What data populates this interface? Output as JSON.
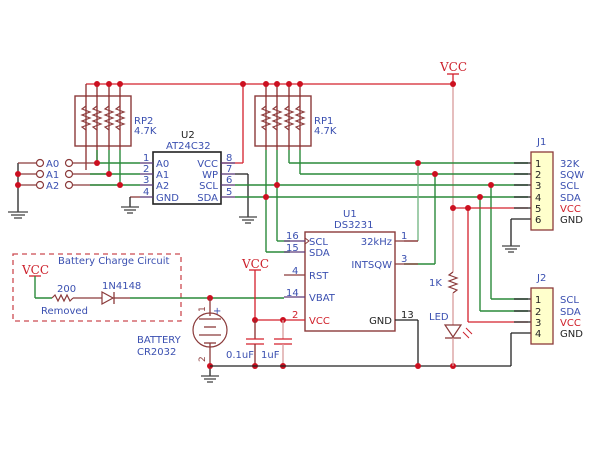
{
  "power_label": "VCC",
  "rp2": {
    "ref": "RP2",
    "value": "4.7K"
  },
  "rp1": {
    "ref": "RP1",
    "value": "4.7K"
  },
  "u2": {
    "ref": "U2",
    "part": "AT24C32",
    "left_pins": [
      {
        "num": "1",
        "name": "A0"
      },
      {
        "num": "2",
        "name": "A1"
      },
      {
        "num": "3",
        "name": "A2"
      },
      {
        "num": "4",
        "name": "GND"
      }
    ],
    "right_pins": [
      {
        "num": "8",
        "name": "VCC"
      },
      {
        "num": "7",
        "name": "WP"
      },
      {
        "num": "6",
        "name": "SCL"
      },
      {
        "num": "5",
        "name": "SDA"
      }
    ]
  },
  "address_jumpers": [
    "A0",
    "A1",
    "A2"
  ],
  "u1": {
    "ref": "U1",
    "part": "DS3231",
    "left_pins": [
      {
        "num": "16",
        "name": "SCL"
      },
      {
        "num": "15",
        "name": "SDA"
      },
      {
        "num": "4",
        "name": "RST"
      },
      {
        "num": "14",
        "name": "VBAT"
      },
      {
        "num": "2",
        "name": "VCC"
      }
    ],
    "right_pins": [
      {
        "num": "1",
        "name": "32kHz"
      },
      {
        "num": "3",
        "name": "INTSQW"
      },
      {
        "num": "13",
        "name": "GND"
      }
    ]
  },
  "j1": {
    "ref": "J1",
    "pins": [
      {
        "num": "1",
        "name": "32K"
      },
      {
        "num": "2",
        "name": "SQW"
      },
      {
        "num": "3",
        "name": "SCL"
      },
      {
        "num": "4",
        "name": "SDA"
      },
      {
        "num": "5",
        "name": "VCC"
      },
      {
        "num": "6",
        "name": "GND"
      }
    ]
  },
  "j2": {
    "ref": "J2",
    "pins": [
      {
        "num": "1",
        "name": "SCL"
      },
      {
        "num": "2",
        "name": "SDA"
      },
      {
        "num": "3",
        "name": "VCC"
      },
      {
        "num": "4",
        "name": "GND"
      }
    ]
  },
  "charge_circuit": {
    "title": "Battery Charge Circuit",
    "resistor_value": "200",
    "resistor_note": "Removed",
    "diode": "1N4148"
  },
  "battery": {
    "label": "BATTERY",
    "part": "CR2032",
    "pin_pos": "1",
    "pin_neg": "2",
    "plus": "+"
  },
  "caps": [
    {
      "value": "0.1uF"
    },
    {
      "value": "1uF"
    }
  ],
  "led_resistor": {
    "value": "1K"
  },
  "led": {
    "label": "LED"
  }
}
